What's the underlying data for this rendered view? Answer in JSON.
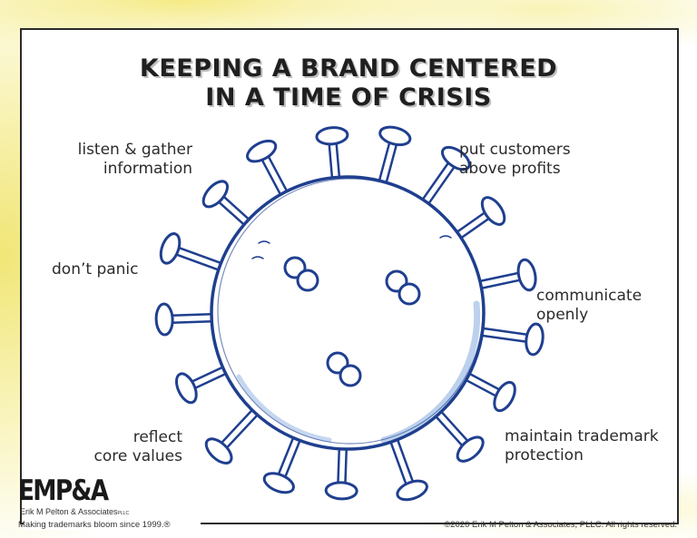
{
  "title": {
    "line1": "KEEPING A BRAND CENTERED",
    "line2": "IN A TIME OF CRISIS"
  },
  "labels": {
    "listen_line1": "listen & gather",
    "listen_line2": "information",
    "dont_panic": "don’t panic",
    "reflect_line1": "reflect",
    "reflect_line2": "core values",
    "customers_line1": "put customers",
    "customers_line2": "above profits",
    "communicate_line1": "communicate",
    "communicate_line2": "openly",
    "trademark_line1": "maintain trademark",
    "trademark_line2": "protection"
  },
  "footer": {
    "logo": "EMP&A",
    "company": "Erik M Pelton & Associates",
    "company_suffix": "PLLC",
    "tagline": "Making trademarks bloom since 1999.®",
    "copyright": "©2020 Erik M Pelton & Associates, PLLC. All rights reserved."
  },
  "colors": {
    "virus_stroke": "#1f3f8f",
    "virus_shade": "#9fbde6",
    "background_wash": "#f2e46e"
  },
  "icons": {
    "virus": "coronavirus-illustration"
  }
}
